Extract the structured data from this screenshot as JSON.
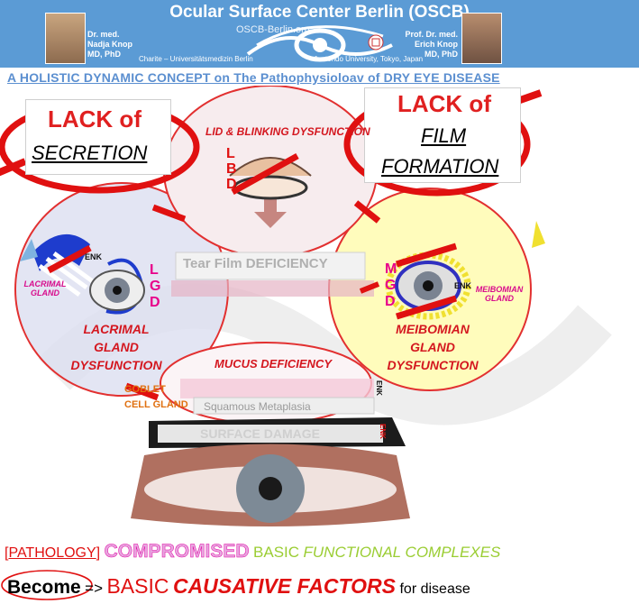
{
  "header": {
    "title": "Ocular Surface Center Berlin (OSCB)",
    "left_person": {
      "line1": "Dr. med.",
      "line2": "Nadja Knop",
      "line3": "MD, PhD"
    },
    "left_affiliation": "Charite – Universitätsmedizin Berlin",
    "site": "OSCB-Berlin.org",
    "right_person": {
      "line1": "Prof. Dr. med.",
      "line2": "Erich Knop",
      "line3": "MD, PhD"
    },
    "right_affiliation": "Juntendo University, Tokyo, Japan"
  },
  "subtitle": "A HOLISTIC DYNAMIC CONCEPT on The Pathophysioloav of DRY EYE DISEASE",
  "boxes": {
    "lack_secretion": {
      "big": "LACK of",
      "small": "SECRETION"
    },
    "lack_film": {
      "big": "LACK of",
      "line1": "FILM",
      "line2": "FORMATION"
    }
  },
  "lid": {
    "title": "LID & BLINKING DYSFUNCTION",
    "letters": [
      "L",
      "B",
      "D"
    ]
  },
  "center": {
    "tear_film": "Tear Film DEFICIENCY"
  },
  "lacrimal": {
    "gland_label": "LACRIMAL GLAND",
    "letters": [
      "L",
      "G",
      "D"
    ],
    "dys": [
      "LACRIMAL",
      "GLAND",
      "DYSFUNCTION"
    ],
    "enk": "ENK"
  },
  "meibomian": {
    "gland_label": "MEIBOMIAN GLAND",
    "letters": [
      "M",
      "G",
      "D"
    ],
    "dys": [
      "MEIBOMIAN",
      "GLAND",
      "DYSFUNCTION"
    ],
    "enk": "ENK"
  },
  "mucus": {
    "title": "MUCUS DEFICIENCY",
    "goblet": [
      "GOBLET",
      "CELL GLAND"
    ],
    "squamous": "Squamous Metaplasia",
    "enk": "ENK"
  },
  "surface": {
    "label": "SURFACE DAMAGE",
    "enk": "ENK"
  },
  "bottom": {
    "line1": {
      "bracket_open": "[",
      "pathology": "PATHOLOGY",
      "bracket_close": "]",
      "compromised": "COMPROMISED",
      "basic": "BASIC",
      "rest": "FUNCTIONAL COMPLEXES"
    },
    "line2": {
      "become": "Become",
      "arrow": "=>",
      "basic": "BASIC",
      "causative": "CAUSATIVE FACTORS",
      "rest": "for disease"
    }
  },
  "colors": {
    "header_bg": "#5b9bd5",
    "red": "#e01010",
    "magenta": "#e000a0",
    "green": "#9acd32",
    "pink": "#f06cc0"
  }
}
